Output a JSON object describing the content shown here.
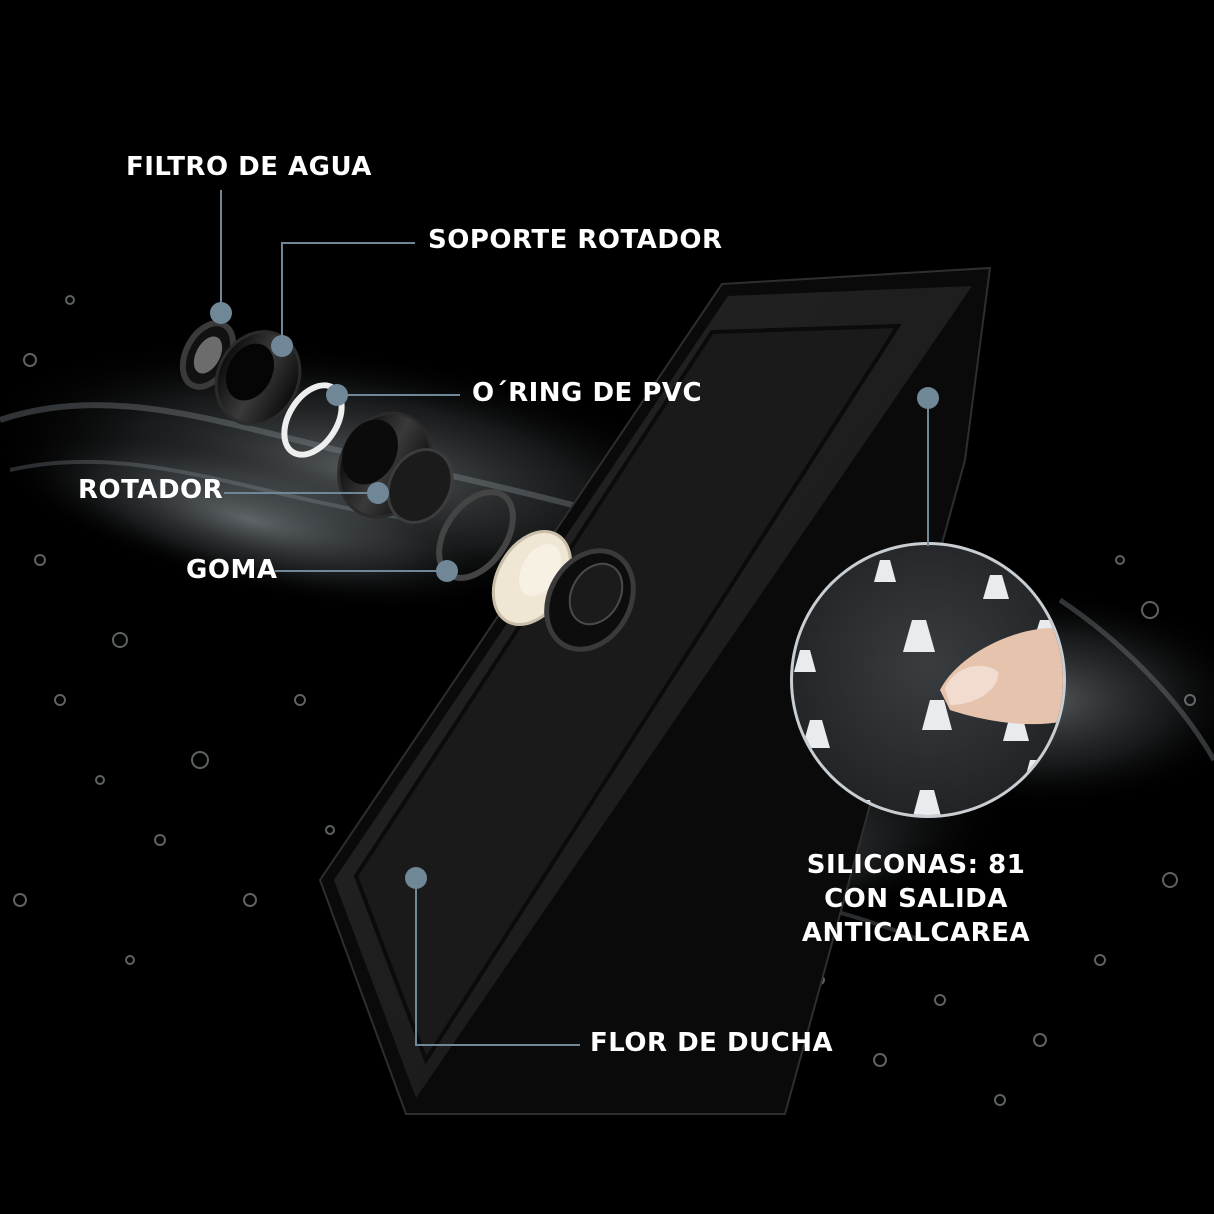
{
  "labels": {
    "filtro_de_agua": "FILTRO DE AGUA",
    "soporte_rotador": "SOPORTE ROTADOR",
    "oring_de_pvc": "O´RING DE PVC",
    "rotador": "ROTADOR",
    "goma": "GOMA",
    "flor_de_ducha": "FLOR DE DUCHA",
    "siliconas": [
      "SILICONAS: 81",
      "CON SALIDA",
      "ANTICALCAREA"
    ]
  },
  "colors": {
    "background": "#000000",
    "leader_line": "#6f8796",
    "marker_dot": "#6f8796",
    "label_text": "#ffffff",
    "plate": "#1c1c1c",
    "plate_inner": "#2a2a2a",
    "silicone_nozzle": "#e8ecef",
    "goma_part": "#efe6d4"
  },
  "icons": {
    "exploded_parts": [
      "water-filter-icon",
      "rotator-support-icon",
      "pvc-oring-icon",
      "rotator-icon",
      "rubber-gasket-icon",
      "thread-connector-icon"
    ],
    "shower_plate": "shower-head-plate-icon",
    "zoom_circle": "silicone-nozzles-closeup-icon"
  }
}
